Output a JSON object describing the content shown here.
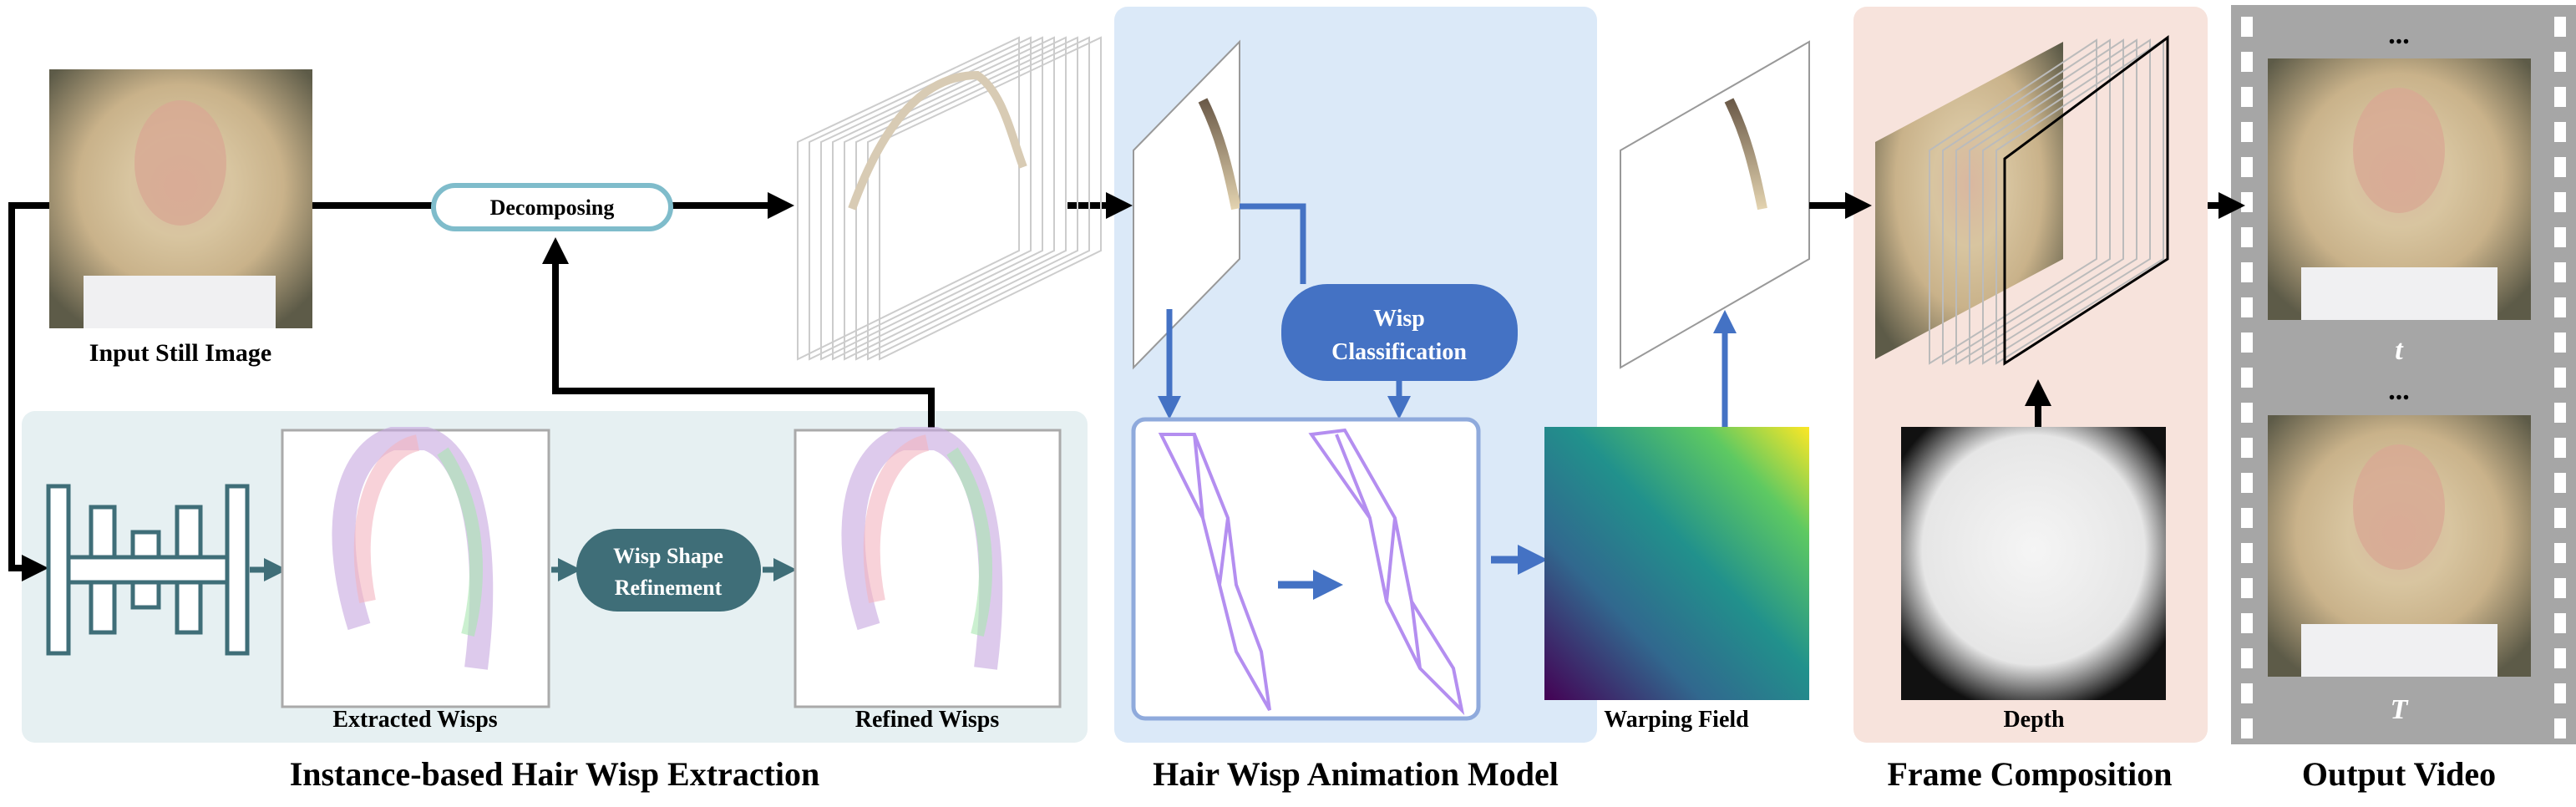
{
  "input": {
    "caption": "Input Still Image"
  },
  "decompose": {
    "label": "Decomposing"
  },
  "extraction": {
    "title": "Instance-based Hair Wisp Extraction",
    "extracted_caption": "Extracted Wisps",
    "refine_label_1": "Wisp Shape",
    "refine_label_2": "Refinement",
    "refined_caption": "Refined Wisps"
  },
  "animation": {
    "title": "Hair Wisp Animation Model",
    "classify_label_1": "Wisp",
    "classify_label_2": "Classification",
    "warp_caption": "Warping Field"
  },
  "composition": {
    "title": "Frame Composition",
    "depth_caption": "Depth"
  },
  "output": {
    "title": "Output Video",
    "ellipsis": "...",
    "frame_t": "t",
    "frame_T": "T"
  },
  "colors": {
    "teal_panel": "#e6f0f2",
    "teal": "#3f6e78",
    "blue_panel": "#dbe9f8",
    "blue": "#4472c4",
    "pink_panel": "#f7e3dc",
    "film": "#a6a6a6"
  }
}
